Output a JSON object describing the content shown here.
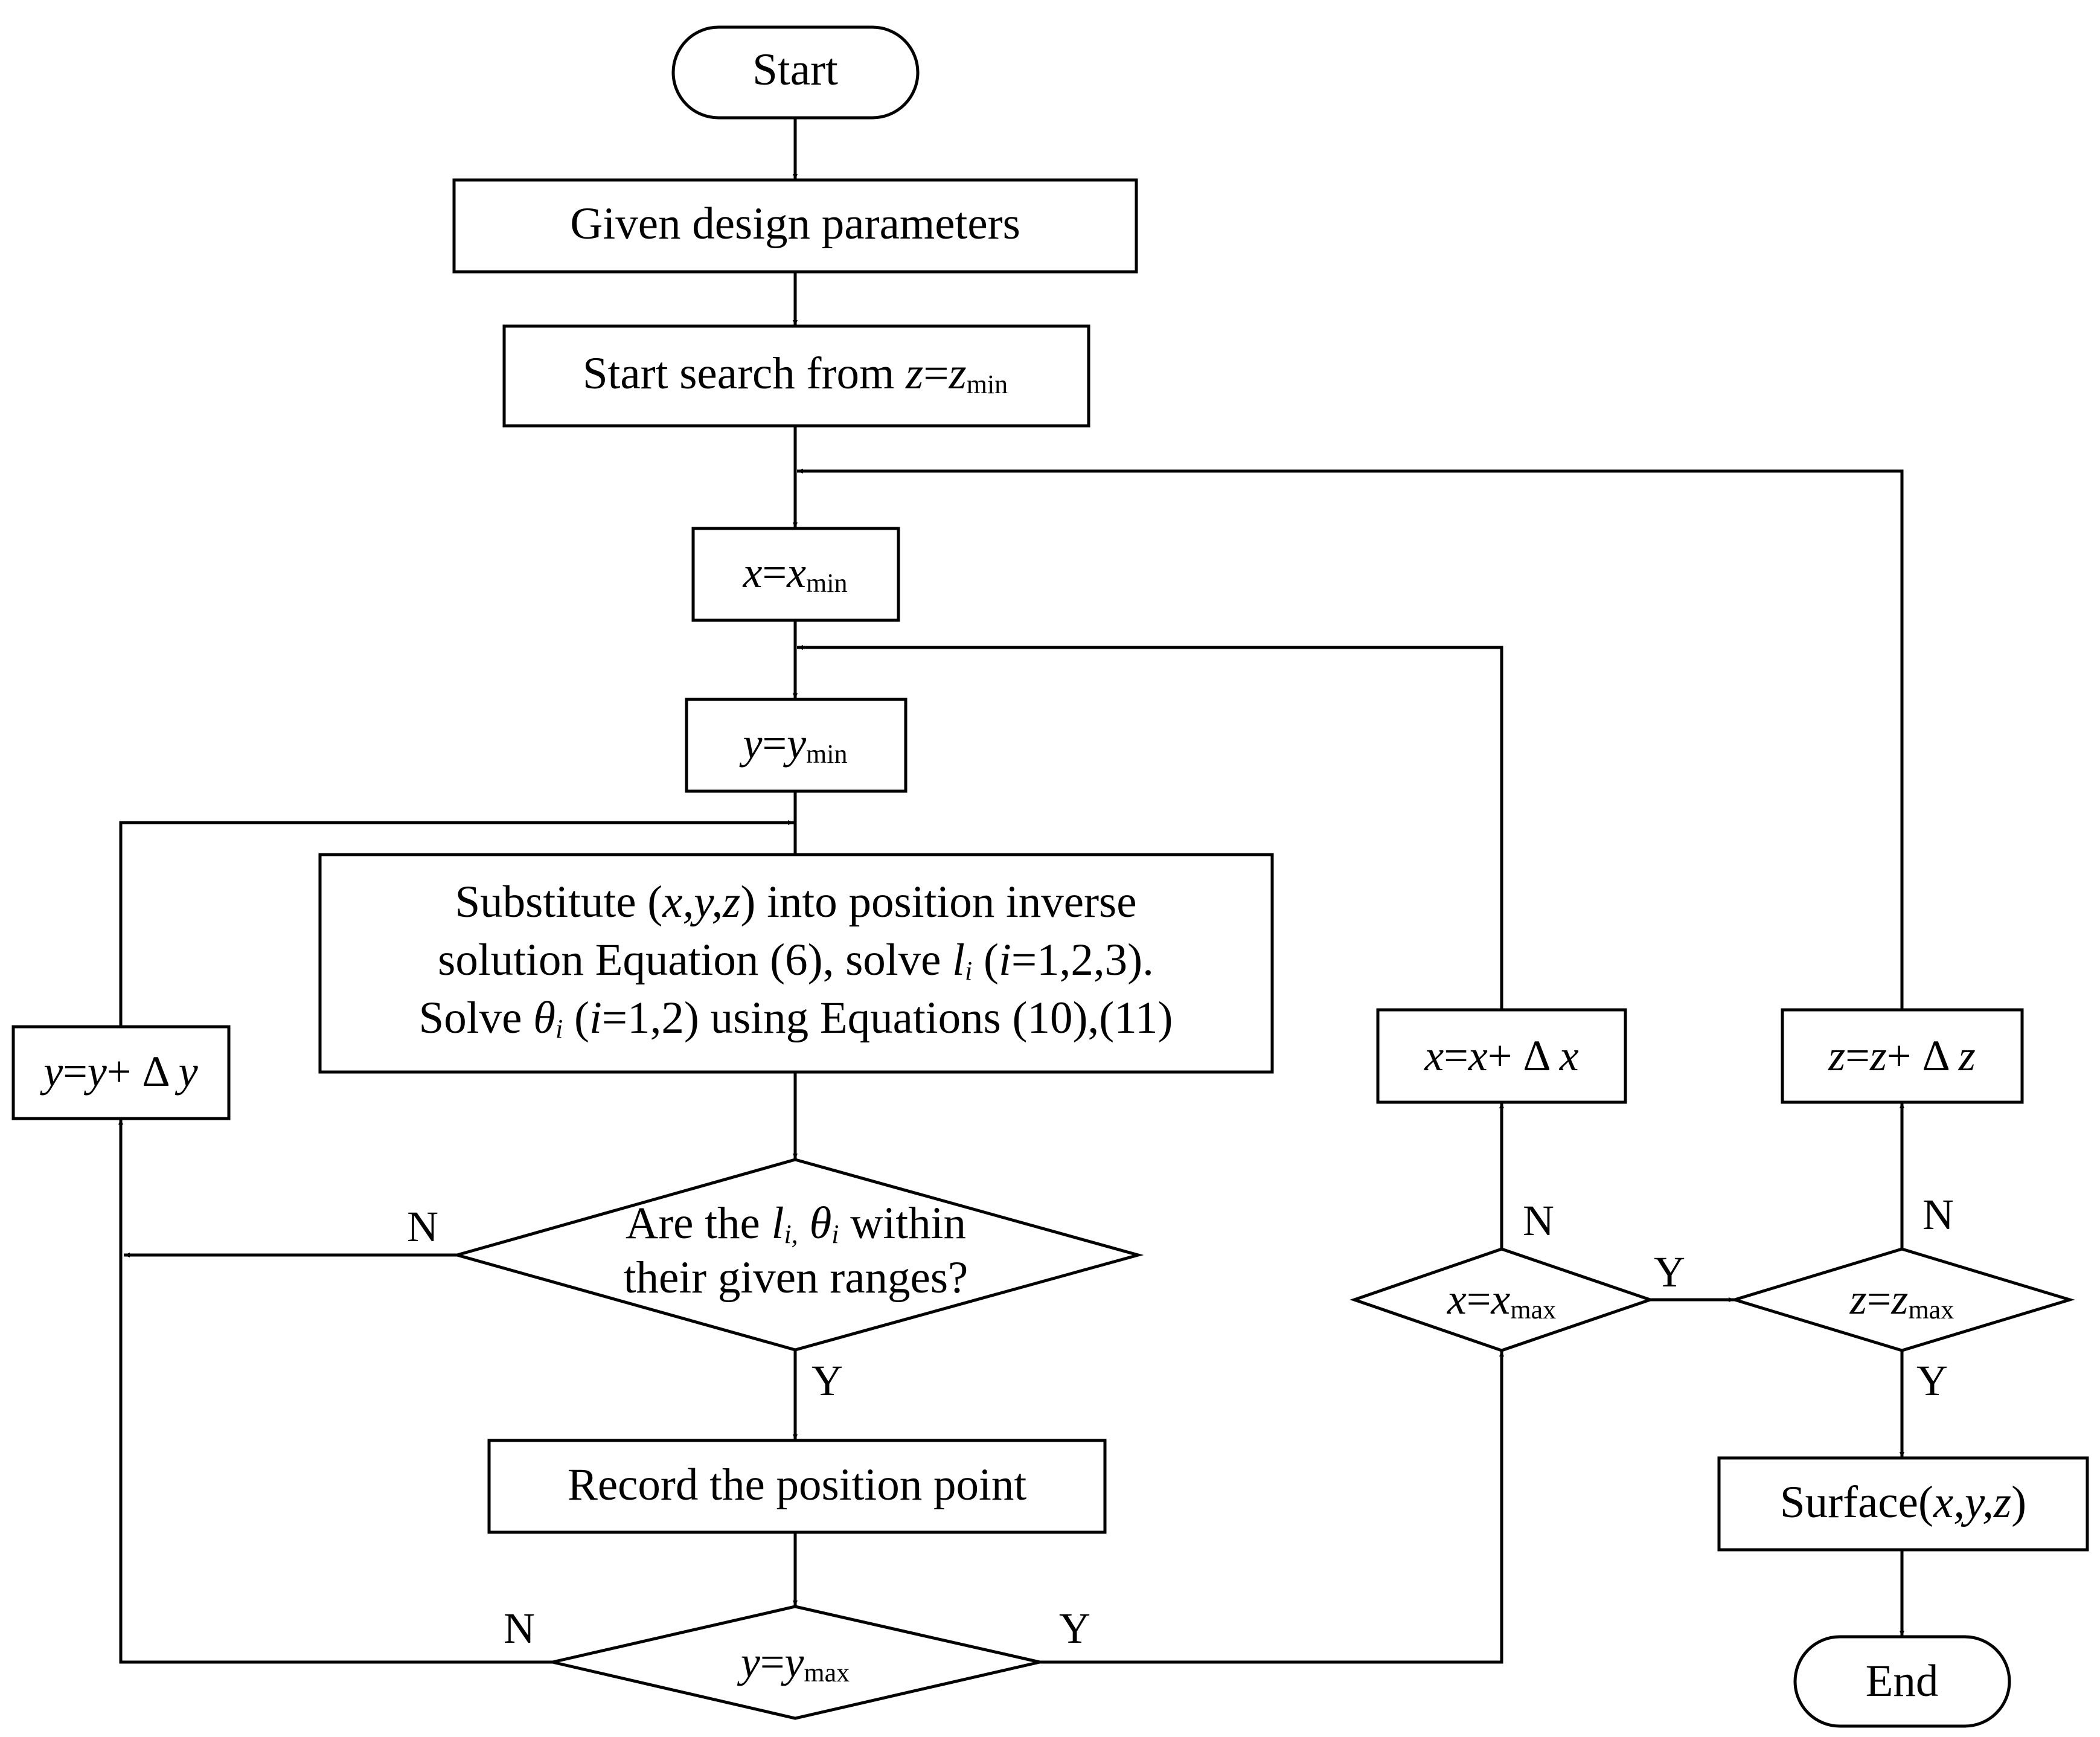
{
  "nodes": {
    "start": {
      "text": "Start"
    },
    "given": {
      "text": "Given design parameters"
    },
    "search": {
      "text": "Start search from ",
      "var": "z",
      "eq": "=",
      "var2": "z",
      "sub": "min"
    },
    "x_init": {
      "var": "x",
      "eq": "=",
      "var2": "x",
      "sub": "min"
    },
    "y_init": {
      "var": "y",
      "eq": "=",
      "var2": "y",
      "sub": "min"
    },
    "substitute": {
      "line1_a": "Substitute (",
      "line1_vars": "x,y,z",
      "line1_b": ") into position inverse",
      "line2_a": "solution Equation (6), solve  ",
      "line2_var": "l",
      "line2_sub": "i",
      "line2_b": " (",
      "line2_i": "i",
      "line2_c": "=1,2,3).",
      "line3_a": "Solve ",
      "line3_var": "θ",
      "line3_sub": "i",
      "line3_b": " (",
      "line3_i": "i",
      "line3_c": "=1,2) using Equations (10),(11)"
    },
    "check": {
      "line1_a": "Are the ",
      "line1_l": "l",
      "line1_lsub": "i,",
      "line1_t": " θ",
      "line1_tsub": "i",
      "line1_b": " within",
      "line2": "their given ranges?"
    },
    "record": {
      "text": "Record the position point"
    },
    "y_check": {
      "var": "y",
      "eq": "=",
      "var2": "y",
      "sub": "max"
    },
    "y_inc": {
      "var": "y",
      "eq": "=",
      "var2": "y",
      "plus": "+ Δ ",
      "var3": "y"
    },
    "x_inc": {
      "var": "x",
      "eq": "=",
      "var2": "x",
      "plus": "+ Δ ",
      "var3": "x"
    },
    "z_inc": {
      "var": "z",
      "eq": "=",
      "var2": "z",
      "plus": "+ Δ ",
      "var3": "z"
    },
    "x_check": {
      "var": "x",
      "eq": "=",
      "var2": "x",
      "sub": "max"
    },
    "z_check": {
      "var": "z",
      "eq": "=",
      "var2": "z",
      "sub": "max"
    },
    "surface": {
      "text": "Surface(",
      "vars": "x,y,z",
      "close": ")"
    },
    "end": {
      "text": "End"
    }
  },
  "branch_labels": {
    "check_no": "N",
    "check_yes": "Y",
    "y_no": "N",
    "y_yes": "Y",
    "x_no": "N",
    "x_yes": "Y",
    "z_no": "N",
    "z_yes": "Y"
  }
}
